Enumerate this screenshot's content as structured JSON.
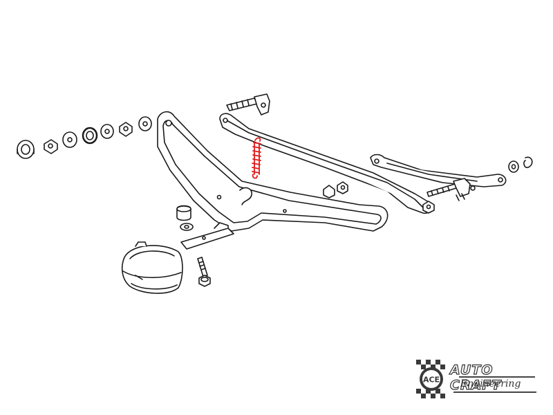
{
  "diagram": {
    "colors": {
      "line": "#1a1a1a",
      "fill": "#ffffff",
      "highlight": "#e01818",
      "logo": "#3a3a3a"
    },
    "parts": [
      "spacer-sleeve",
      "nut",
      "flat-washer",
      "rubber-bushing",
      "flat-washer",
      "hex-nut",
      "lock-washer",
      "mounting-plate",
      "pivot-bolt",
      "tension-spring",
      "upper-link-arm",
      "lower-link-arm",
      "ball-joint-stud",
      "rubber-grommet",
      "cup-washer",
      "mounting-strap",
      "cover-box",
      "hex-bolt"
    ],
    "highlighted_part": "tension-spring"
  },
  "logo": {
    "line1": "AUTO CRAFT",
    "line2": "Engineering",
    "badge": "ACE"
  }
}
